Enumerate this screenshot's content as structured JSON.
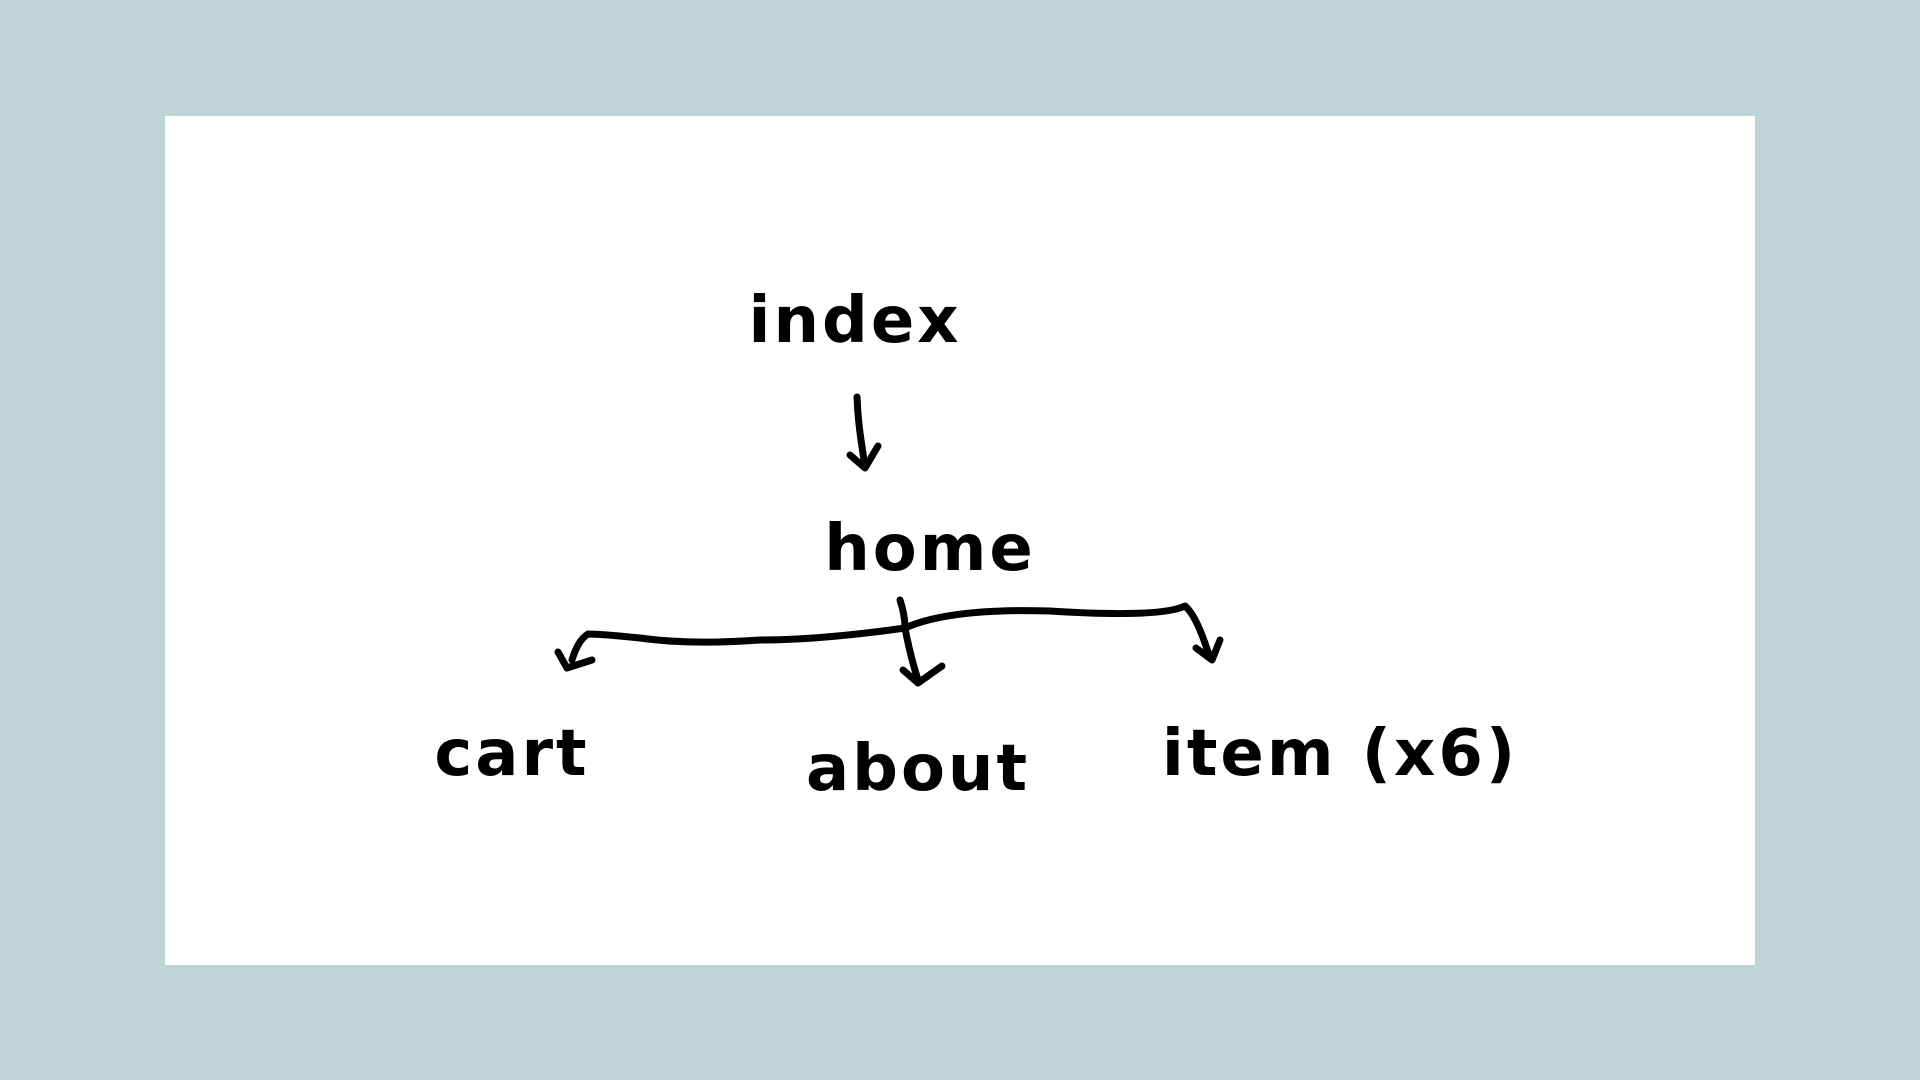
{
  "diagram": {
    "background_color": "#bed3d6",
    "canvas_color": "#ffffff",
    "ink_color": "#000000",
    "nodes": {
      "index": "index",
      "home": "home",
      "cart": "cart",
      "about": "about",
      "item": "item (x6)"
    },
    "edges": [
      {
        "from": "index",
        "to": "home"
      },
      {
        "from": "home",
        "to": "cart"
      },
      {
        "from": "home",
        "to": "about"
      },
      {
        "from": "home",
        "to": "item"
      }
    ]
  }
}
